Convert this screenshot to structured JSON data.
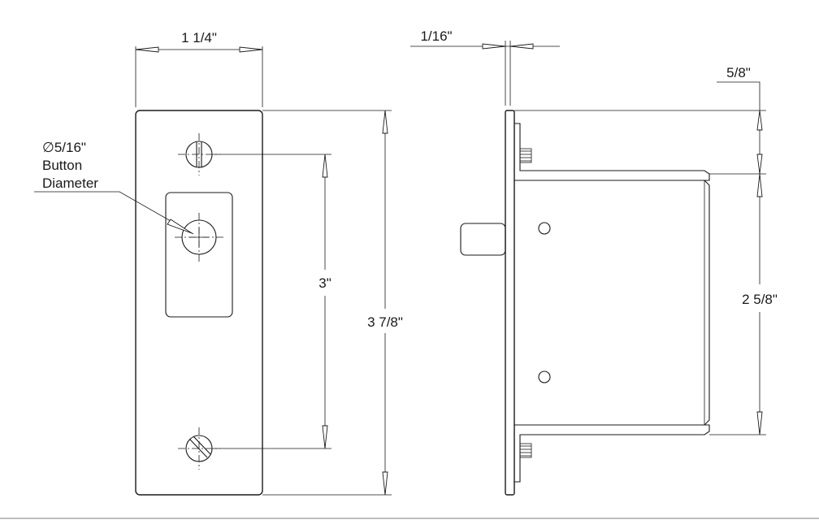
{
  "dimensions": {
    "plate_width": "1 1/4\"",
    "plate_thickness": "1/16\"",
    "top_offset": "5/8\"",
    "screw_spacing": "3\"",
    "plate_height": "3 7/8\"",
    "body_height": "2 5/8\""
  },
  "button_callout": {
    "symbol": "∅",
    "size": "5/16\"",
    "line1": "Button",
    "line2": "Diameter"
  }
}
